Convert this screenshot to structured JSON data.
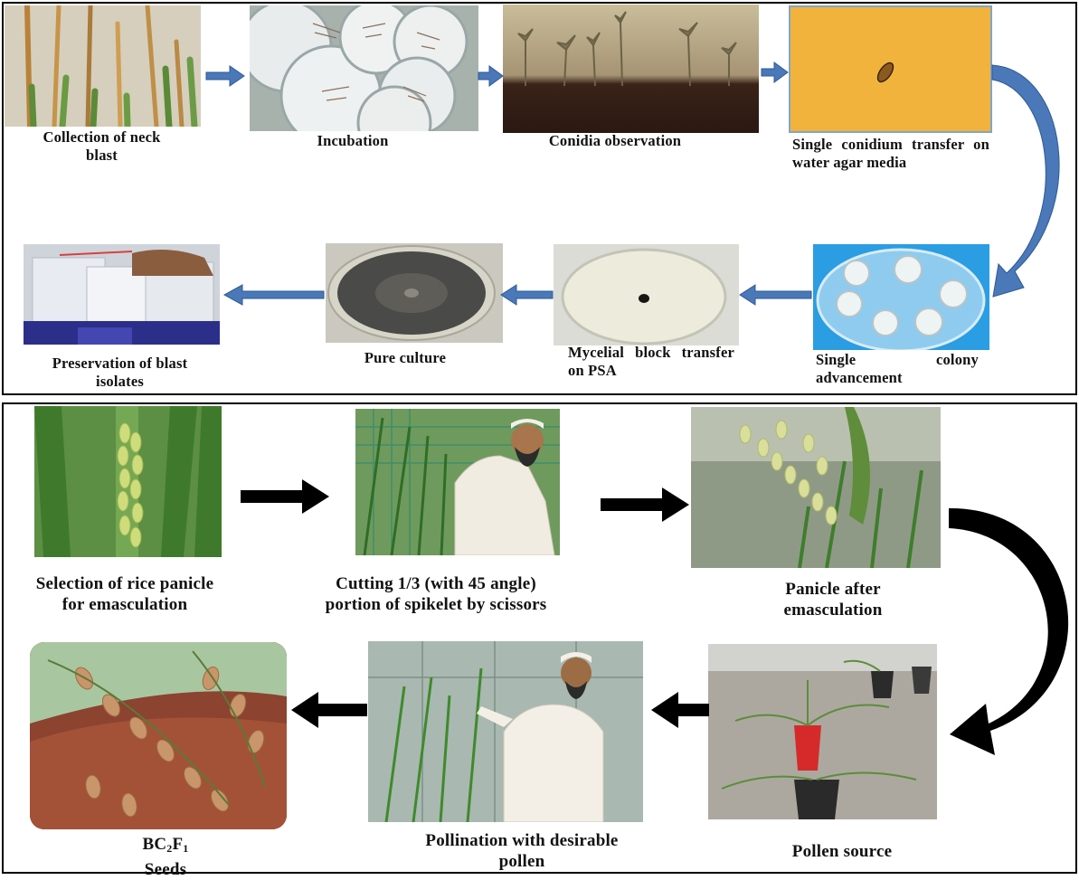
{
  "top_panel": {
    "steps": [
      {
        "id": "collection",
        "label": "Collection of neck blast"
      },
      {
        "id": "incubation",
        "label": "Incubation"
      },
      {
        "id": "conidia",
        "label": "Conidia observation"
      },
      {
        "id": "single-conidium",
        "label": "Single conidium transfer on water agar media"
      },
      {
        "id": "single-colony",
        "label": "Single colony advancement"
      },
      {
        "id": "mycelial-block",
        "label": "Mycelial block transfer on PSA"
      },
      {
        "id": "pure-culture",
        "label": "Pure culture"
      },
      {
        "id": "preservation",
        "label": "Preservation of blast isolates"
      }
    ],
    "arrow_color": "#4a78b8"
  },
  "bottom_panel": {
    "steps": [
      {
        "id": "selection",
        "label": "Selection of rice panicle for emasculation"
      },
      {
        "id": "cutting",
        "label": "Cutting 1/3 (with 45 angle) portion of spikelet by scissors"
      },
      {
        "id": "panicle-after",
        "label": "Panicle after emasculation"
      },
      {
        "id": "pollen-source",
        "label": "Pollen source"
      },
      {
        "id": "pollination",
        "label": "Pollination with desirable pollen"
      },
      {
        "id": "seeds",
        "label_main": "BC",
        "label_sub1": "2",
        "label_mid": "F",
        "label_sub2": "1",
        "label_tail": "Seeds"
      }
    ],
    "arrow_color": "#000000"
  }
}
